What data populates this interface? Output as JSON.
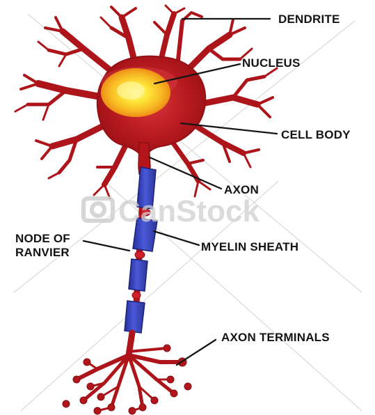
{
  "labels": {
    "dendrite": "DENDRITE",
    "nucleus": "NUCLEUS",
    "cell_body": "CELL BODY",
    "axon": "AXON",
    "node_of_ranvier_line1": "NODE OF",
    "node_of_ranvier_line2": "RANVIER",
    "myelin_sheath": "MYELIN SHEATH",
    "axon_terminals": "AXON TERMINALS"
  },
  "watermark": {
    "text": "CanStock",
    "icon": "camera-icon"
  },
  "colors": {
    "neuron": "#b3151b",
    "neuron_dark": "#7e0d11",
    "nucleus_outer": "#f2a21a",
    "nucleus_inner": "#fff04a",
    "myelin": "#3d4cc8",
    "node": "#d0202a",
    "label_text": "#141414"
  }
}
